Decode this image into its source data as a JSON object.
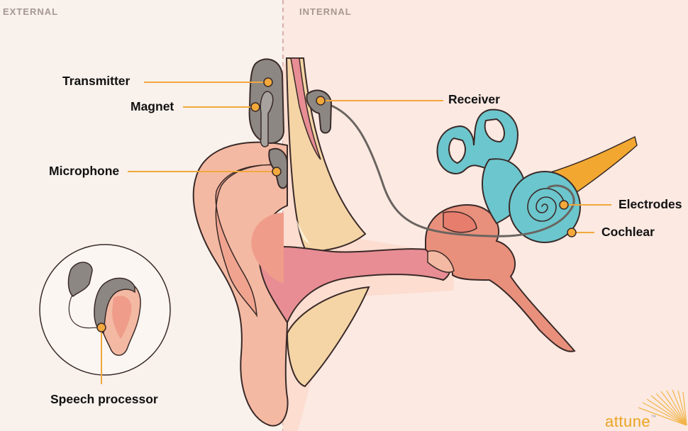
{
  "sections": {
    "external": "EXTERNAL",
    "internal": "INTERNAL"
  },
  "labels": {
    "transmitter": "Transmitter",
    "magnet": "Magnet",
    "microphone": "Microphone",
    "speech_processor": "Speech processor",
    "receiver": "Receiver",
    "electrodes": "Electrodes",
    "cochlear": "Cochlear"
  },
  "brand": {
    "name": "attune",
    "tm": "™"
  },
  "colors": {
    "external_bg": "#f8f1ec",
    "internal_bg": "#fbe9e2",
    "callout_line": "#f2a83b",
    "skin": "#f4b9a3",
    "canal": "#e88d94",
    "cochlea": "#6cc6cd",
    "nerve": "#f2a830",
    "device": "#8c8783",
    "cartilage": "#f5d5a6"
  }
}
